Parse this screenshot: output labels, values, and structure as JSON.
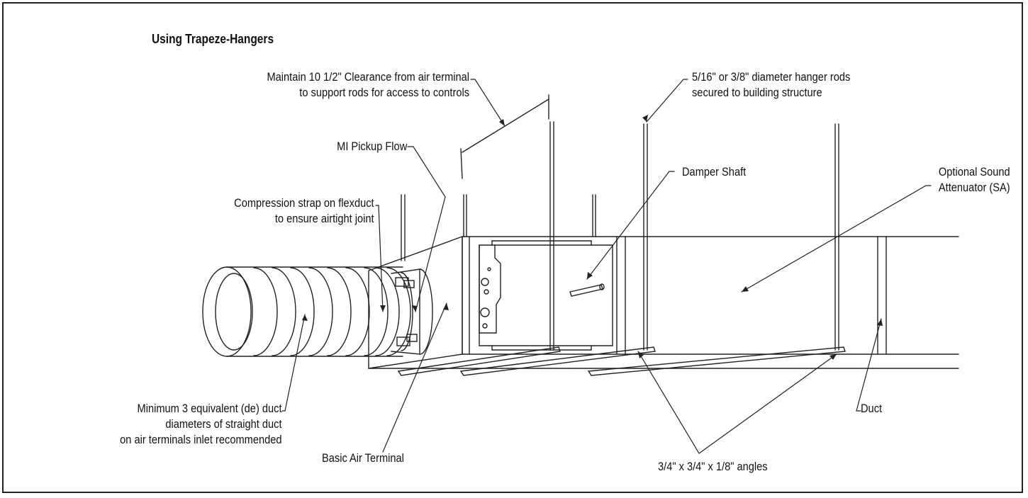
{
  "title": "Using Trapeze-Hangers",
  "labels": {
    "clearance": [
      "Maintain 10 1/2\" Clearance from air terminal",
      "to support rods for access to controls"
    ],
    "hanger_rods": [
      "5/16\" or 3/8\" diameter hanger rods",
      "secured to building structure"
    ],
    "pickup": "MI Pickup Flow",
    "strap": [
      "Compression strap on flexduct",
      "to ensure airtight joint"
    ],
    "damper": "Damper Shaft",
    "attenuator": [
      "Optional Sound",
      "Attenuator (SA)"
    ],
    "min_duct": [
      "Minimum 3 equivalent (de) duct",
      "diameters of straight duct",
      "on air terminals inlet recommended"
    ],
    "basic": "Basic Air Terminal",
    "angles": "3/4\" x 3/4\" x 1/8\" angles",
    "duct": "Duct"
  },
  "colors": {
    "line": "#222222",
    "text": "#111111",
    "background": "#ffffff"
  }
}
